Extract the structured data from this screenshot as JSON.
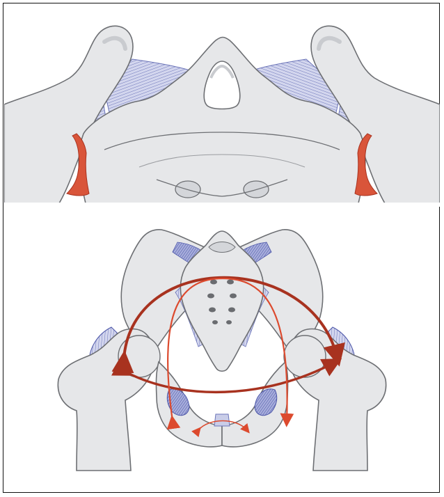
{
  "figure": {
    "panels": [
      {
        "id": "top",
        "subject": "sacroiliac-joint-detail"
      },
      {
        "id": "bottom",
        "subject": "pelvis-front-view"
      }
    ],
    "colors": {
      "bone_fill": "#e6e7e9",
      "bone_shadow": "#c9cbcf",
      "bone_outline": "#6d6f73",
      "ligament_fill": "#c9cde8",
      "ligament_line": "#6b74b8",
      "cartilage": "#d9553a",
      "arrow_dark": "#a8321f",
      "arrow_light": "#dc4a2e",
      "background": "#ffffff"
    }
  }
}
